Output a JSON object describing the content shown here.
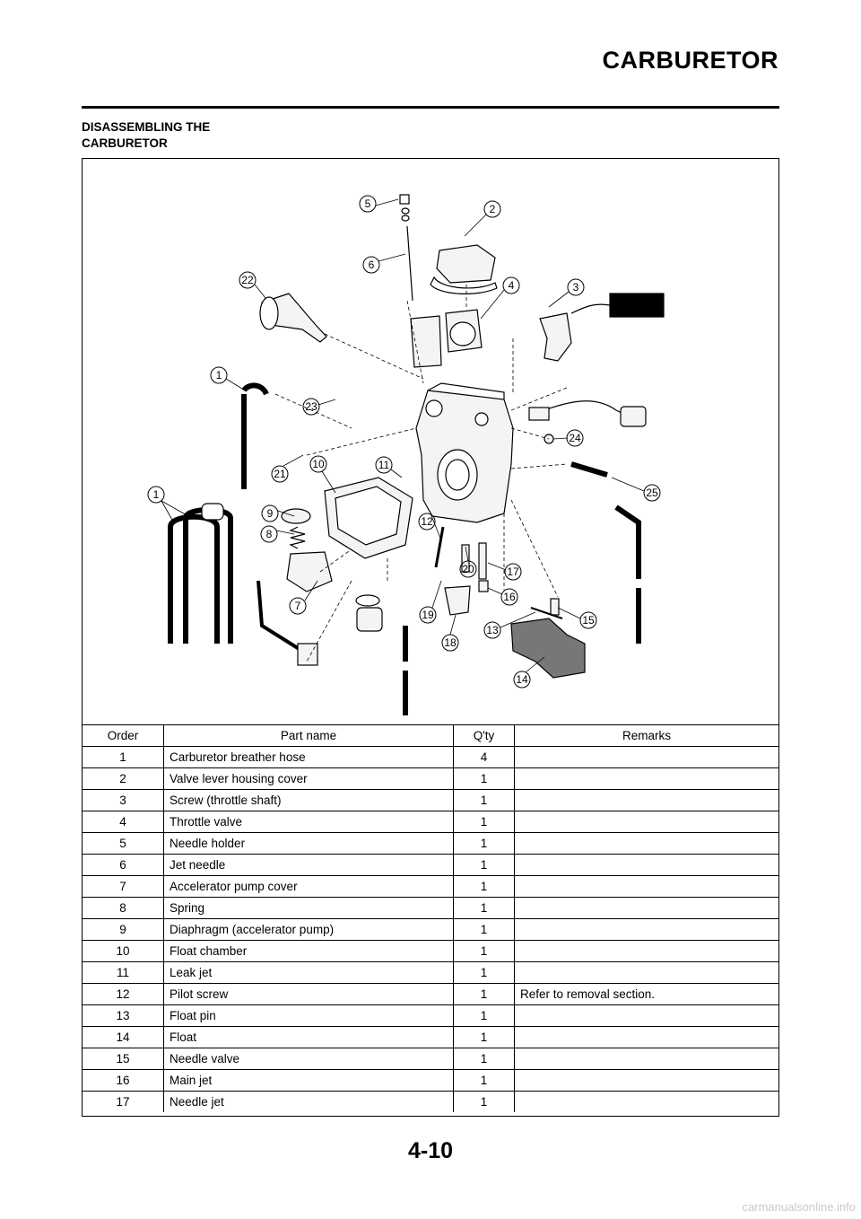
{
  "header": {
    "title": "CARBURETOR"
  },
  "section": {
    "title_line1": "DISASSEMBLING THE",
    "title_line2": "CARBURETOR"
  },
  "diagram": {
    "callouts": [
      "1",
      "1",
      "2",
      "3",
      "4",
      "5",
      "6",
      "7",
      "8",
      "9",
      "10",
      "11",
      "12",
      "13",
      "14",
      "15",
      "16",
      "17",
      "18",
      "19",
      "20",
      "21",
      "22",
      "23",
      "24",
      "25"
    ]
  },
  "table": {
    "headers": {
      "order": "Order",
      "part_name": "Part name",
      "qty": "Q'ty",
      "remarks": "Remarks"
    },
    "rows": [
      {
        "order": "1",
        "part": "Carburetor breather hose",
        "qty": "4",
        "remarks": ""
      },
      {
        "order": "2",
        "part": "Valve lever housing cover",
        "qty": "1",
        "remarks": ""
      },
      {
        "order": "3",
        "part": "Screw (throttle shaft)",
        "qty": "1",
        "remarks": ""
      },
      {
        "order": "4",
        "part": "Throttle valve",
        "qty": "1",
        "remarks": ""
      },
      {
        "order": "5",
        "part": "Needle holder",
        "qty": "1",
        "remarks": ""
      },
      {
        "order": "6",
        "part": "Jet needle",
        "qty": "1",
        "remarks": ""
      },
      {
        "order": "7",
        "part": "Accelerator pump cover",
        "qty": "1",
        "remarks": ""
      },
      {
        "order": "8",
        "part": "Spring",
        "qty": "1",
        "remarks": ""
      },
      {
        "order": "9",
        "part": "Diaphragm (accelerator pump)",
        "qty": "1",
        "remarks": ""
      },
      {
        "order": "10",
        "part": "Float chamber",
        "qty": "1",
        "remarks": ""
      },
      {
        "order": "11",
        "part": "Leak jet",
        "qty": "1",
        "remarks": ""
      },
      {
        "order": "12",
        "part": "Pilot screw",
        "qty": "1",
        "remarks": "Refer to removal section."
      },
      {
        "order": "13",
        "part": "Float pin",
        "qty": "1",
        "remarks": ""
      },
      {
        "order": "14",
        "part": "Float",
        "qty": "1",
        "remarks": ""
      },
      {
        "order": "15",
        "part": "Needle valve",
        "qty": "1",
        "remarks": ""
      },
      {
        "order": "16",
        "part": "Main jet",
        "qty": "1",
        "remarks": ""
      },
      {
        "order": "17",
        "part": "Needle jet",
        "qty": "1",
        "remarks": ""
      }
    ]
  },
  "footer": {
    "page_number": "4-10"
  },
  "watermark": "carmanualsonline.info"
}
